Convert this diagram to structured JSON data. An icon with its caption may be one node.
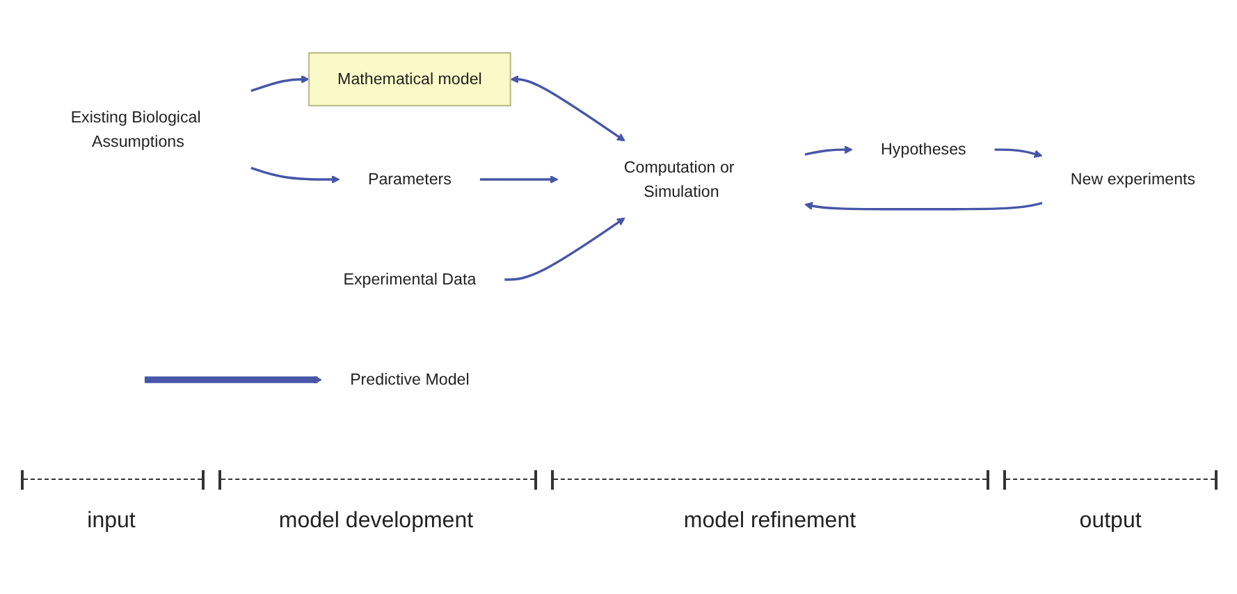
{
  "diagram": {
    "nodes": [
      {
        "text": [
          "Existing Biological Assumptions"
        ]
      },
      {
        "text": [
          "Mathematical model"
        ]
      },
      {
        "text": [
          "Parameters"
        ]
      },
      {
        "text": [
          "Computation or Simulation"
        ]
      },
      {
        "text": [
          "New experiments"
        ]
      },
      {
        "text": [
          "Experimental Data"
        ]
      },
      {
        "text": [
          "Hypotheses"
        ]
      },
      {
        "text": [
          "Predictive Model"
        ]
      }
    ],
    "edges": [
      {
        "from": 0,
        "to": 2,
        "arrow": "to"
      },
      {
        "from": 0,
        "to": 1,
        "arrow": "to"
      },
      {
        "from": 1,
        "to": 3,
        "arrow": "both"
      },
      {
        "from": 2,
        "to": 3,
        "arrow": "to"
      },
      {
        "from": 4,
        "to": 3,
        "arrow": "to"
      },
      {
        "from": 5,
        "to": 3,
        "arrow": "to"
      },
      {
        "from": 3,
        "to": 6,
        "arrow": "to"
      },
      {
        "from": 6,
        "to": 4,
        "arrow": "to"
      },
      {
        "from": null,
        "to": 7,
        "arrow": "to",
        "style": "thick"
      }
    ],
    "labels": [
      "input",
      "model development",
      "model refinement",
      "output"
    ]
  }
}
